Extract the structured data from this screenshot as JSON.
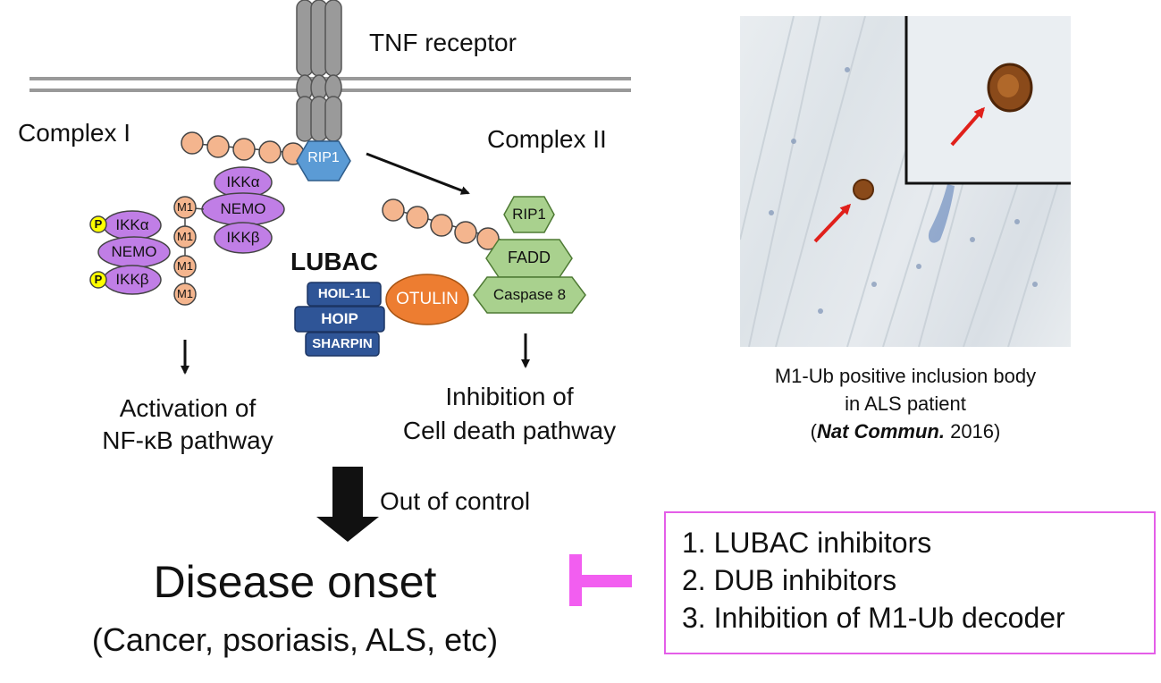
{
  "labels": {
    "tnf_receptor": "TNF receptor",
    "complex_i": "Complex I",
    "complex_ii": "Complex II",
    "rip1": "RIP1",
    "ikk_alpha": "IKKα",
    "ikk_beta": "IKKβ",
    "nemo": "NEMO",
    "m1": "M1",
    "phospho": "P",
    "lubac": "LUBAC",
    "hoil": "HOIL-1L",
    "hoip": "HOIP",
    "sharpin": "SHARPIN",
    "otulin": "OTULIN",
    "fadd": "FADD",
    "caspase8": "Caspase 8",
    "activation_line1": "Activation of",
    "activation_line2": "NF-κB pathway",
    "inhibition_line1": "Inhibition of",
    "inhibition_line2": "Cell death pathway",
    "out_of_control": "Out of control",
    "disease_onset": "Disease onset",
    "disease_examples": "(Cancer, psoriasis, ALS, etc)"
  },
  "micrograph": {
    "caption_line1": "M1-Ub positive inclusion body",
    "caption_line2": "in ALS patient",
    "citation_journal": "Nat Commun.",
    "citation_year": "2016"
  },
  "inhibitors": [
    "1. LUBAC inhibitors",
    "2. DUB inhibitors",
    "3. Inhibition of M1-Ub decoder"
  ],
  "colors": {
    "ikk": "#c07ee6",
    "ubiquitin": "#f4b58e",
    "rip1": "#5b9bd5",
    "lubac": "#2f5597",
    "otulin": "#ed7d31",
    "complex_ii": "#a9d18e",
    "phospho": "#ffff00",
    "inhibit_bar": "#f25ef0",
    "red_arrow": "#e0201b"
  }
}
